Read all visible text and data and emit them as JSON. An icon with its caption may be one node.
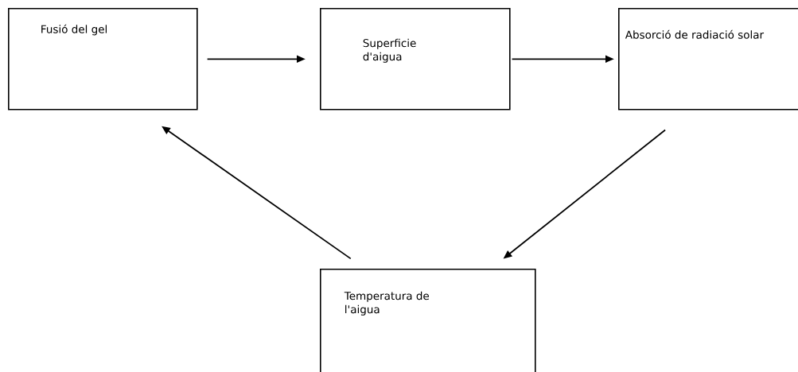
{
  "diagram": {
    "nodes": [
      {
        "text": [
          "Fusió del gel"
        ]
      },
      {
        "text": [
          "Superficie d'aigua"
        ]
      },
      {
        "text": [
          "Absorció de radiació solar"
        ]
      },
      {
        "text": [
          "Temperatura de l'aigua"
        ]
      }
    ],
    "edges": [
      {
        "from": 0,
        "to": 1,
        "arrow": "to"
      },
      {
        "from": 1,
        "to": 2,
        "arrow": "to"
      },
      {
        "from": 2,
        "to": 3,
        "arrow": "to"
      },
      {
        "from": 3,
        "to": 0,
        "arrow": "to"
      }
    ]
  }
}
